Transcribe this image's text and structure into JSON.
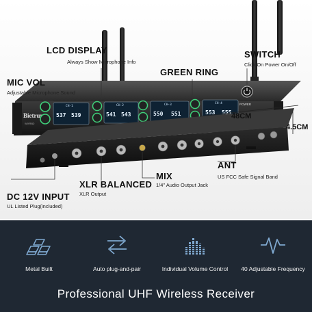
{
  "brand": "Bietrun",
  "model": "WXR8D",
  "callouts": {
    "lcd_display": {
      "title": "LCD DISPLAY",
      "desc": "Always Show Microphone Info"
    },
    "switch": {
      "title": "SWITCH",
      "desc": "Click On Power On/Off"
    },
    "mic_vol": {
      "title": "MIC VOL",
      "desc": "Adjustable Microphone Sound"
    },
    "green_ring": {
      "title": "GREEN RING"
    },
    "dc_input": {
      "title": "DC 12V INPUT",
      "desc": "UL Listed Plug(included)"
    },
    "xlr_balanced": {
      "title": "XLR BALANCED",
      "desc": "XLR Output"
    },
    "mix": {
      "title": "MIX",
      "desc": "1/4\" Audio Output Jack"
    },
    "ant": {
      "title": "ANT",
      "desc": "US FCC Safe Signal Band"
    }
  },
  "dimensions": {
    "width": "48CM",
    "height": "4.5CM"
  },
  "front_panel": {
    "channels": [
      "CH-1",
      "CH-2",
      "CH-3",
      "CH-4"
    ],
    "readings": [
      "537",
      "539",
      "541",
      "543",
      "550",
      "551",
      "553",
      "555"
    ],
    "power_label": "POWER"
  },
  "features": [
    {
      "icon": "metal-bars-icon",
      "label": "Metal Built"
    },
    {
      "icon": "swap-arrows-icon",
      "label": "Auto plug-and-pair"
    },
    {
      "icon": "volume-bars-icon",
      "label": "Individual Volume Control"
    },
    {
      "icon": "frequency-wave-icon",
      "label": "40 Adjustable Frequency"
    }
  ],
  "tagline": "Professional UHF Wireless Receiver",
  "colors": {
    "accent_green": "#3fd17a",
    "bottom_bg": "#1f2833",
    "icon_blue": "#7fa8cf"
  }
}
